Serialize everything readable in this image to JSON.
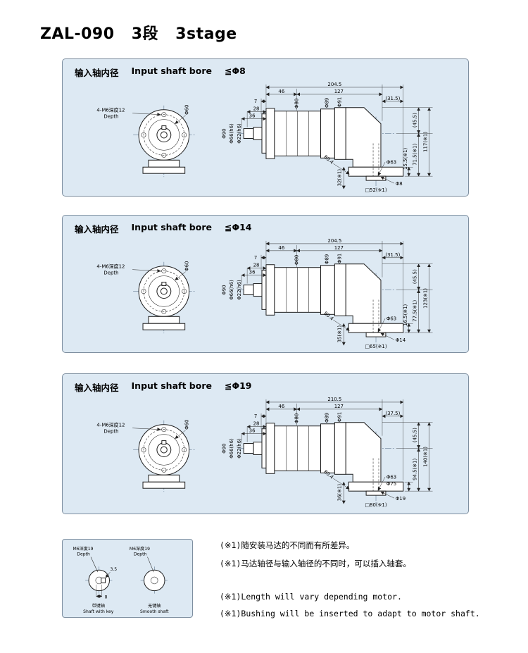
{
  "title": {
    "model": "ZAL-090",
    "stage_cn": "3段",
    "stage_en": "3stage"
  },
  "colors": {
    "panel_bg": "#dde9f3",
    "panel_border": "#7e8fa0",
    "line": "#1b1b1b",
    "text": "#000000"
  },
  "panels": [
    {
      "header_cn": "输入轴内径",
      "header_en": "Input shaft bore",
      "header_bore": "≦Φ8",
      "front": {
        "tap_note": "4-M6深度12",
        "tap_depth": "Depth",
        "pilot": "Φ60"
      },
      "side": {
        "total_len": "204.5",
        "len_a": "46",
        "len_b": "127",
        "len_c": "7",
        "len_paren": "(31.5)",
        "len_d": "28",
        "len_e": "36",
        "dia_flange": "Φ90",
        "dia_pilot": "Φ66(h6)",
        "dia_shaft": "Φ22(h6)",
        "dia_body": "Φ80",
        "dia_adapter1": "Φ89",
        "dia_adapter2": "Φ91",
        "diag": "80.4",
        "dia_motor_pilot": "Φ63",
        "dia_motor_pilot2": "",
        "h_boss": "15.5(※1)",
        "h_upper": "(45.5)",
        "h_lower": "71.5(※1)",
        "h_total": "117(※1)",
        "flange_offset": "32(※1)",
        "flange_square": "□52(※1)",
        "bore": "Φ8"
      }
    },
    {
      "header_cn": "输入轴内径",
      "header_en": "Input shaft bore",
      "header_bore": "≦Φ14",
      "front": {
        "tap_note": "4-M6深度12",
        "tap_depth": "Depth",
        "pilot": "Φ60"
      },
      "side": {
        "total_len": "204.5",
        "len_a": "46",
        "len_b": "127",
        "len_c": "7",
        "len_paren": "(31.5)",
        "len_d": "28",
        "len_e": "36",
        "dia_flange": "Φ90",
        "dia_pilot": "Φ66(h6)",
        "dia_shaft": "Φ22(h6)",
        "dia_body": "Φ80",
        "dia_adapter1": "Φ89",
        "dia_adapter2": "Φ91",
        "diag": "80.4",
        "dia_motor_pilot": "Φ63",
        "dia_motor_pilot2": "",
        "h_boss": "16.5(※1)",
        "h_upper": "(45.5)",
        "h_lower": "77.5(※1)",
        "h_total": "123(※1)",
        "flange_offset": "35(※1)",
        "flange_square": "□65(※1)",
        "bore": "Φ14"
      }
    },
    {
      "header_cn": "输入轴内径",
      "header_en": "Input shaft bore",
      "header_bore": "≦Φ19",
      "front": {
        "tap_note": "4-M6深度12",
        "tap_depth": "Depth",
        "pilot": "Φ60"
      },
      "side": {
        "total_len": "210.5",
        "len_a": "46",
        "len_b": "127",
        "len_c": "7",
        "len_paren": "(37.5)",
        "len_d": "28",
        "len_e": "36",
        "dia_flange": "Φ90",
        "dia_pilot": "Φ66(h6)",
        "dia_shaft": "Φ22(h6)",
        "dia_body": "Φ80",
        "dia_adapter1": "Φ89",
        "dia_adapter2": "Φ91",
        "diag": "80.4",
        "dia_motor_pilot": "Φ63",
        "dia_motor_pilot2": "Φ75",
        "h_boss": "",
        "h_upper": "(45.5)",
        "h_lower": "94.5(※1)",
        "h_total": "140(※1)",
        "flange_offset": "36(※1)",
        "flange_square": "□80(※1)",
        "bore": "Φ19"
      }
    }
  ],
  "shaft_panel": {
    "left": {
      "note": "M6深度19",
      "depth": "Depth",
      "dim_a": "3.5",
      "dim_b": "8",
      "caption_cn": "带键轴",
      "caption_en": "Shaft with key"
    },
    "right": {
      "note": "M6深度19",
      "depth": "Depth",
      "caption_cn": "无键轴",
      "caption_en": "Smooth shaft"
    }
  },
  "notes": {
    "cn1": "(※1)随安装马达的不同而有所差异。",
    "cn2": "(※1)马达轴径与输入轴径的不同时，可以插入轴套。",
    "en1": "(※1)Length will vary depending motor.",
    "en2": "(※1)Bushing will be inserted to adapt to motor shaft."
  }
}
